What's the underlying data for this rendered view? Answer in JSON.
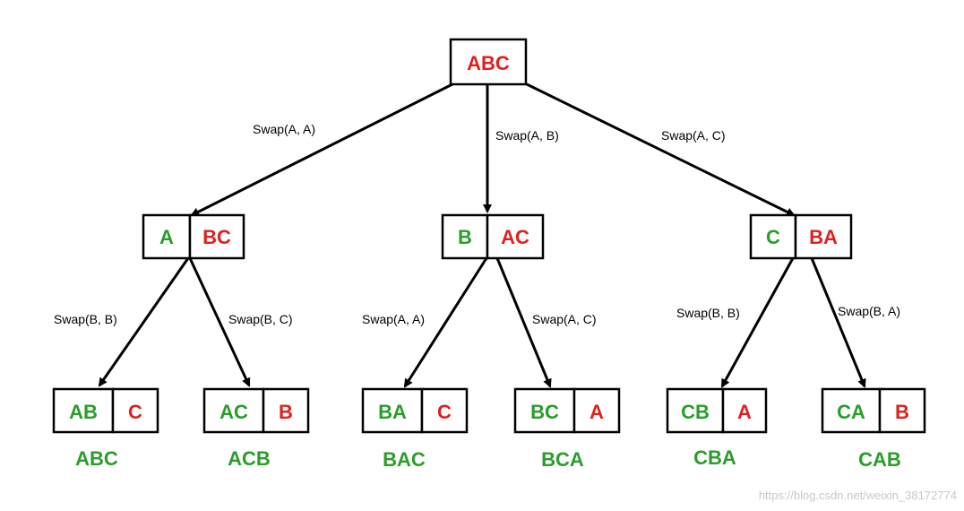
{
  "colors": {
    "fixed": "#2a9d2a",
    "remaining": "#e02020",
    "line": "#000000",
    "watermark": "#c8c8c8"
  },
  "root": {
    "text": "ABC"
  },
  "level1": [
    {
      "fixed": "A",
      "rest": "BC",
      "edge_label": "Swap(A, A)"
    },
    {
      "fixed": "B",
      "rest": "AC",
      "edge_label": "Swap(A, B)"
    },
    {
      "fixed": "C",
      "rest": "BA",
      "edge_label": "Swap(A, C)"
    }
  ],
  "level2": [
    {
      "fixed": "AB",
      "rest": "C",
      "edge_label": "Swap(B, B)",
      "result": "ABC"
    },
    {
      "fixed": "AC",
      "rest": "B",
      "edge_label": "Swap(B, C)",
      "result": "ACB"
    },
    {
      "fixed": "BA",
      "rest": "C",
      "edge_label": "Swap(A, A)",
      "result": "BAC"
    },
    {
      "fixed": "BC",
      "rest": "A",
      "edge_label": "Swap(A, C)",
      "result": "BCA"
    },
    {
      "fixed": "CB",
      "rest": "A",
      "edge_label": "Swap(B, B)",
      "result": "CBA"
    },
    {
      "fixed": "CA",
      "rest": "B",
      "edge_label": "Swap(B, A)",
      "result": "CAB"
    }
  ],
  "watermark": "https://blog.csdn.net/weixin_38172774"
}
